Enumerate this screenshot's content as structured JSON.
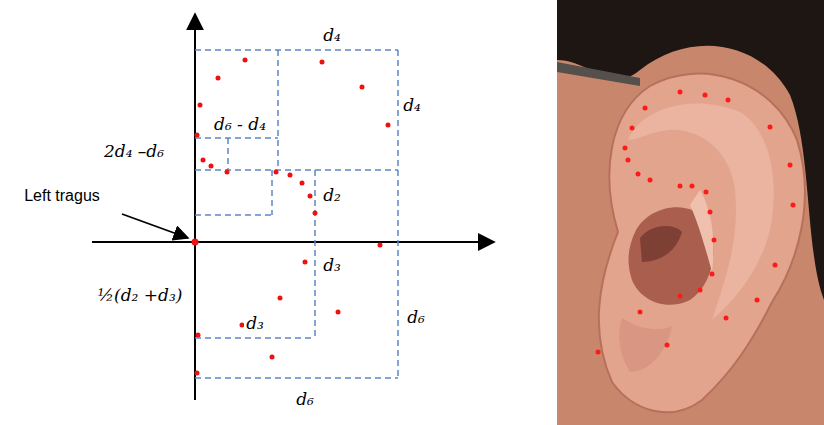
{
  "diagram": {
    "labels": [
      "d₄",
      "d₄",
      "d₆ - d₄",
      "2d₄ –d₆",
      "Left tragus",
      "d₂",
      "d₃",
      "½(d₂ +d₃)",
      "d₆",
      "d₃",
      "d₆"
    ]
  }
}
